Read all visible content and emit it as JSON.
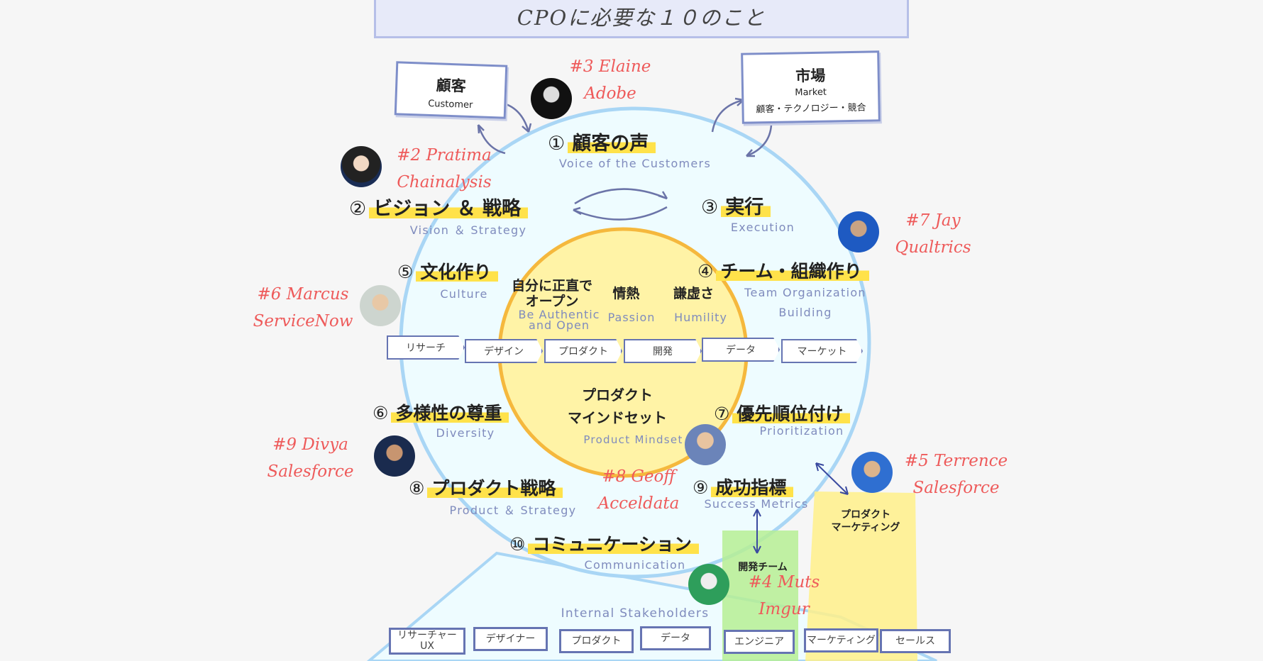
{
  "title": "CPOに必要な１０のこと",
  "customer_box": {
    "label_jp": "顧客",
    "label_en": "Customer"
  },
  "market_box": {
    "label_jp": "市場",
    "label_en": "Market",
    "sub": "顧客・テクノロジー・競合"
  },
  "items": {
    "voice": {
      "num": "①",
      "jp": "顧客の声",
      "en": "Voice of the Customers"
    },
    "vision": {
      "num": "②",
      "jp": "ビジョン ＆ 戦略",
      "en": "Vision ＆ Strategy"
    },
    "execution": {
      "num": "③",
      "jp": "実行",
      "en": "Execution"
    },
    "team": {
      "num": "④",
      "jp": "チーム・組織作り",
      "en": "Team Organization",
      "en2": "Building"
    },
    "culture": {
      "num": "⑤",
      "jp": "文化作り",
      "en": "Culture"
    },
    "diversity": {
      "num": "⑥",
      "jp": "多様性の尊重",
      "en": "Diversity"
    },
    "prioritization": {
      "num": "⑦",
      "jp": "優先順位付け",
      "en": "Prioritization"
    },
    "product_strategy": {
      "num": "⑧",
      "jp": "プロダクト戦略",
      "en": "Product ＆ Strategy"
    },
    "metrics": {
      "num": "⑨",
      "jp": "成功指標",
      "en": "Success Metrics"
    },
    "communication": {
      "num": "⑩",
      "jp": "コミュニケーション",
      "en": "Communication"
    }
  },
  "values": {
    "open_jp1": "自分に正直で",
    "open_jp2": "オープン",
    "open_en1": "Be Authentic",
    "open_en2": "and Open",
    "passion_jp": "情熱",
    "passion_en": "Passion",
    "humility_jp": "謙虚さ",
    "humility_en": "Humility"
  },
  "process_steps": [
    "リサーチ",
    "デザイン",
    "プロダクト",
    "開発",
    "データ",
    "マーケット"
  ],
  "mindset": {
    "jp1": "プロダクト",
    "jp2": "マインドセット",
    "en": "Product Mindset"
  },
  "people": {
    "elaine": {
      "line1": "#3 Elaine",
      "line2": "Adobe"
    },
    "pratima": {
      "line1": "#2 Pratima",
      "line2": "Chainalysis"
    },
    "jay": {
      "line1": "#7 Jay",
      "line2": "Qualtrics"
    },
    "marcus": {
      "line1": "#6 Marcus",
      "line2": "ServiceNow"
    },
    "divya": {
      "line1": "#9 Divya",
      "line2": "Salesforce"
    },
    "geoff": {
      "line1": "#8 Geoff",
      "line2": "Acceldata"
    },
    "terrence": {
      "line1": "#5 Terrence",
      "line2": "Salesforce"
    },
    "muts": {
      "line1": "#4 Muts",
      "line2": "Imgur"
    }
  },
  "dev_team": "開発チーム",
  "product_marketing": {
    "line1": "プロダクト",
    "line2": "マーケティング"
  },
  "internal_stakeholders": "Internal Stakeholders",
  "roles": [
    {
      "line1": "リサーチャー",
      "line2": "UX"
    },
    {
      "line1": "デザイナー",
      "line2": ""
    },
    {
      "line1": "プロダクト",
      "line2": ""
    },
    {
      "line1": "データ",
      "line2": ""
    },
    {
      "line1": "エンジニア",
      "line2": ""
    },
    {
      "line1": "マーケティング",
      "line2": ""
    },
    {
      "line1": "セールス",
      "line2": ""
    }
  ],
  "colors": {
    "accent_red": "#ee5a5a",
    "highlight_yellow": "#ffe24a",
    "circle_blue": "#a9d6f5",
    "circle_fill": "#eefcff",
    "mindset_fill": "#fff3a6",
    "mindset_border": "#f5b83d",
    "box_border": "#7e8ec9"
  }
}
